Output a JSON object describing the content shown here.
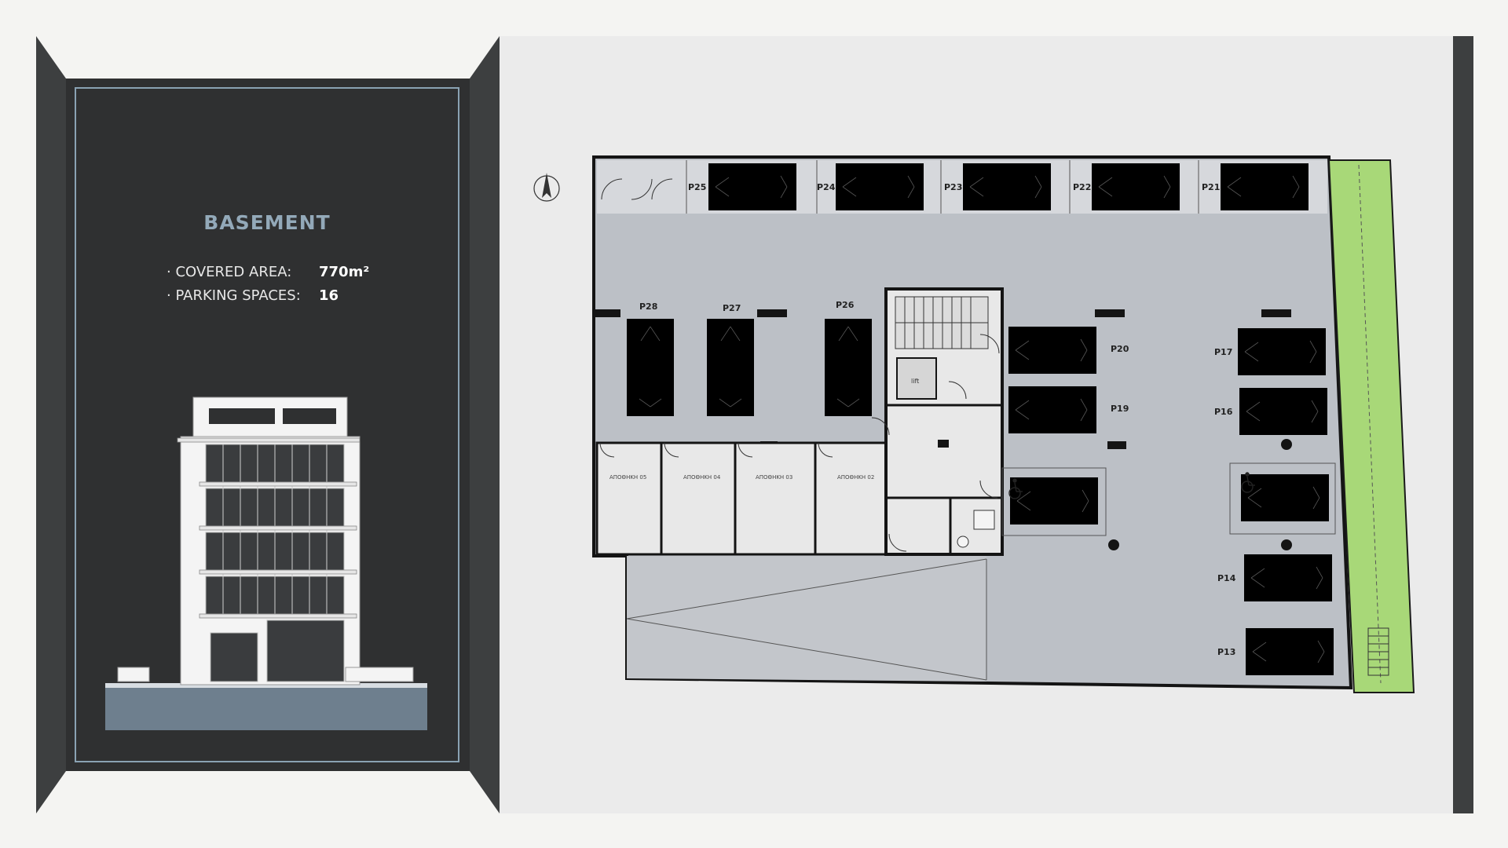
{
  "info_panel": {
    "title": "BASEMENT",
    "specs": [
      {
        "label": "· COVERED AREA:",
        "value": "770m²"
      },
      {
        "label": "· PARKING SPACES:",
        "value": "16"
      }
    ]
  },
  "floor_plan": {
    "lift_label": "lift",
    "parking_spots": [
      "P25",
      "P24",
      "P23",
      "P22",
      "P21",
      "P28",
      "P27",
      "P26",
      "P20",
      "P19",
      "P17",
      "P16",
      "P14",
      "P13"
    ],
    "storage_rooms": [
      "ΑΠΟΘΗΚΗ 05",
      "ΑΠΟΘΗΚΗ 04",
      "ΑΠΟΘΗΚΗ 03",
      "ΑΠΟΘΗΚΗ 02"
    ],
    "accessible_spots": 2
  },
  "colors": {
    "panel_dark": "#2f3031",
    "panel_frame": "#3d3f40",
    "floor_grey": "#bcc0c6",
    "ramp_grey": "#c3c6cb",
    "green_strip": "#a8d878",
    "wall": "#141414"
  },
  "icons": [
    "north-arrow-icon",
    "car-icon",
    "wheelchair-icon",
    "stairs-icon",
    "door-swing-icon"
  ]
}
